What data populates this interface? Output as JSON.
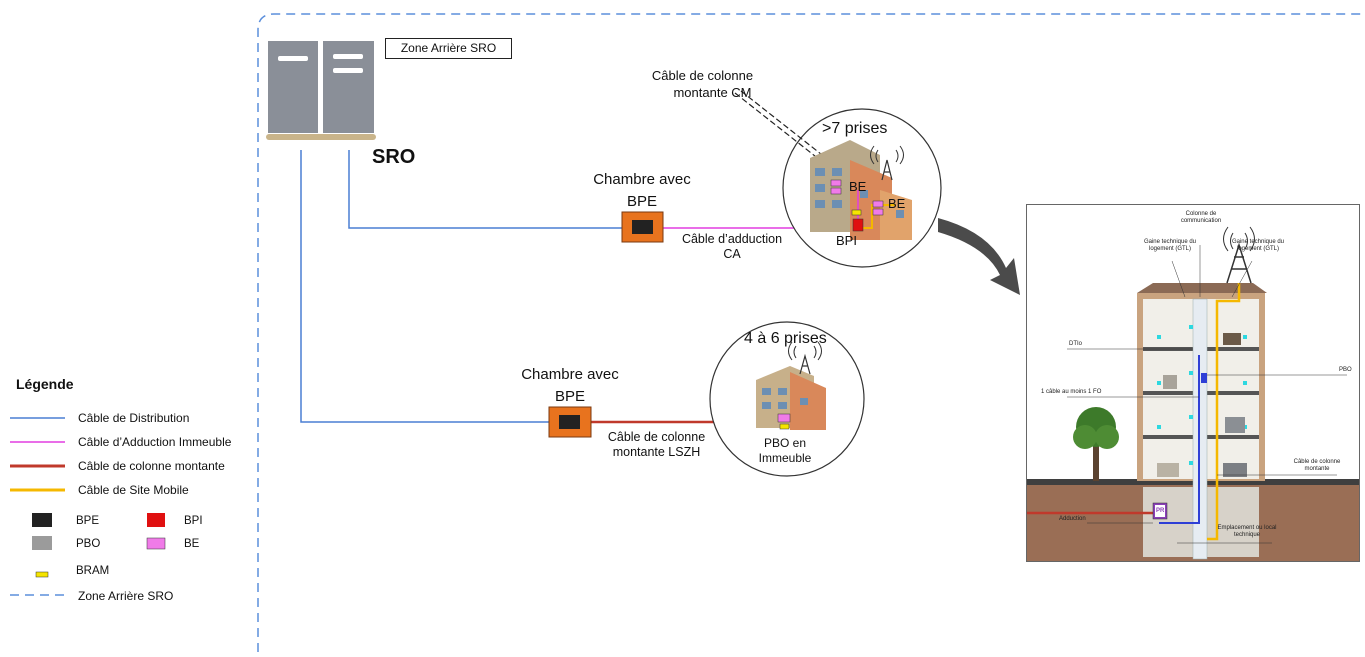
{
  "zone_label": "Zone Arrière SRO",
  "sro_label": "SRO",
  "upper": {
    "chambre_title": "Chambre avec",
    "chambre_box": "BPE",
    "cable_label_line1": "Câble d’adduction",
    "cable_label_line2": "CA",
    "circle_title": ">7 prises",
    "be_label": "BE",
    "be_label_2": "BE",
    "bpi_label": "BPI",
    "cm_label_line1": "Câble de colonne",
    "cm_label_line2": "montante CM"
  },
  "lower": {
    "chambre_title": "Chambre avec",
    "chambre_box": "BPE",
    "cable_label_line1": "Câble de colonne",
    "cable_label_line2": "montante LSZH",
    "circle_title": "4 à 6 prises",
    "pbo_label_line1": "PBO en",
    "pbo_label_line2": "Immeuble"
  },
  "legend": {
    "title": "Légende",
    "lines": [
      {
        "label": "Câble de Distribution",
        "color": "#4a7fd4"
      },
      {
        "label": "Câble d’Adduction Immeuble",
        "color": "#e23de0"
      },
      {
        "label": "Câble de colonne montante",
        "color": "#c0392b"
      },
      {
        "label": "Câble de Site Mobile",
        "color": "#f5b800"
      }
    ],
    "swatches": [
      {
        "label": "BPE",
        "color": "#222222"
      },
      {
        "label": "BPI",
        "color": "#e01010"
      },
      {
        "label": "PBO",
        "color": "#9b9b9b"
      },
      {
        "label": "BE",
        "color": "#f07be8"
      },
      {
        "label": "BRAM",
        "color": "#f5e400"
      }
    ],
    "zone_line_label": "Zone Arrière SRO"
  },
  "building": {
    "colonne": "Colonne de communication",
    "gtl_left": "Gaine technique du logement (GTL)",
    "gtl_right": "Gaine technique du logement (GTL)",
    "dti": "DTIo",
    "pbo": "PBO",
    "cable_fo": "1 câble au moins 1 FO",
    "colonne_montante": "Câble de colonne montante",
    "adduction": "Adduction",
    "local": "Emplacement ou local technique",
    "pr": "PR"
  },
  "colors": {
    "distribution": "#4a7fd4",
    "adduction": "#e23de0",
    "colonne": "#c0392b",
    "mobile": "#f5b800",
    "chambre": "#e8731e",
    "zone_dash": "#5b8fdc"
  }
}
